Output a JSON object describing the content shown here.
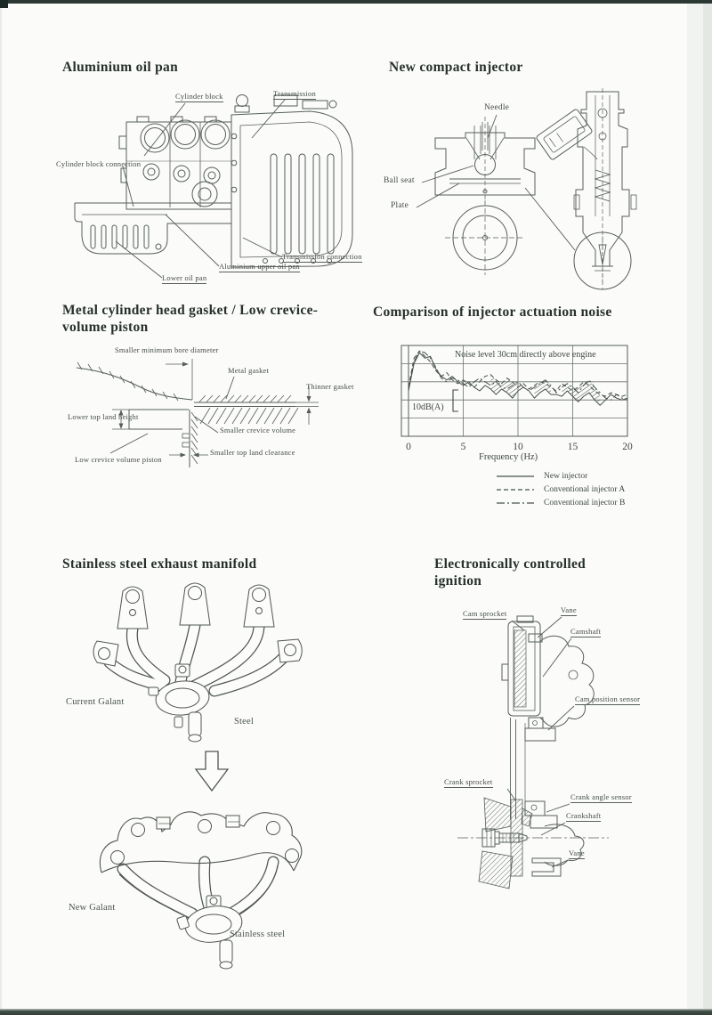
{
  "page": {
    "background": "#fbfcfa",
    "ink_color": "#27302b",
    "line_color": "#575e58",
    "edge_color": "#2c3833"
  },
  "sections": {
    "oil_pan": {
      "title": "Aluminium oil pan",
      "labels": {
        "cylinder_block": "Cylinder block",
        "transmission": "Transmission",
        "cylinder_block_connection": "Cylinder block connection",
        "transmission_connection": "Transmission connection",
        "aluminium_upper_oil_pan": "Aluminium upper oil pan",
        "lower_oil_pan": "Lower oil pan"
      }
    },
    "injector": {
      "title": "New compact injector",
      "labels": {
        "needle": "Needle",
        "ball_seat": "Ball seat",
        "plate": "Plate"
      }
    },
    "gasket": {
      "title_line1": "Metal cylinder head gasket / Low crevice-",
      "title_line2": "volume piston",
      "labels": {
        "smaller_minimum_bore_diameter": "Smaller minimum bore diameter",
        "metal_gasket": "Metal gasket",
        "thinner_gasket": "Thinner gasket",
        "lower_top_land_height": "Lower top land height",
        "smaller_crevice_volume": "Smaller crevice volume",
        "smaller_top_land_clearance": "Smaller top land clearance",
        "low_crevice_volume_piston": "Low crevice volume piston"
      }
    },
    "noise": {
      "title": "Comparison of injector actuation noise"
    },
    "manifold": {
      "title": "Stainless steel exhaust manifold",
      "labels": {
        "current_galant": "Current Galant",
        "steel": "Steel",
        "new_galant": "New Galant",
        "stainless_steel": "Stainless steel"
      }
    },
    "ignition": {
      "title_line1": "Electronically controlled",
      "title_line2": "ignition",
      "labels": {
        "cam_sprocket": "Cam sprocket",
        "vane_top": "Vane",
        "camshaft": "Camshaft",
        "cam_position_sensor": "Cam position sensor",
        "crank_sprocket": "Crank sprocket",
        "crank_angle_sensor": "Crank angle sensor",
        "crankshaft": "Crankshaft",
        "vane_bottom": "Vane"
      }
    }
  },
  "chart_data": {
    "type": "line",
    "title": "Comparison of injector actuation noise",
    "annotation": "Noise level 30cm directly above engine",
    "scale_bar_label": "10dB(A)",
    "xlabel": "Frequency (Hz)",
    "ylabel": "",
    "xlim": [
      0,
      20
    ],
    "ylim": [
      0,
      50
    ],
    "x_ticks": [
      0,
      5,
      10,
      15,
      20
    ],
    "y_gridline_step_dB": 10,
    "grid": true,
    "legend_position": "below-right",
    "x_step": 0.5,
    "series": [
      {
        "name": "New injector",
        "style": "solid",
        "values": [
          25,
          40,
          46,
          43,
          44,
          37,
          33,
          31,
          33,
          30,
          28,
          30,
          27,
          25,
          28,
          26,
          23,
          26,
          24,
          21,
          25,
          27,
          25,
          21,
          24,
          26,
          23,
          23,
          22,
          25,
          22,
          19,
          22,
          24,
          20,
          17,
          20,
          23,
          21,
          20,
          21
        ]
      },
      {
        "name": "Conventional injector A",
        "style": "dashed",
        "values": [
          27,
          43,
          47,
          44,
          41,
          36,
          33,
          35,
          31,
          29,
          31,
          29,
          27,
          30,
          33,
          34,
          31,
          29,
          32,
          30,
          27,
          29,
          26,
          28,
          30,
          29,
          27,
          25,
          29,
          27,
          25,
          27,
          30,
          28,
          25,
          23,
          22,
          24,
          23,
          22,
          23
        ]
      },
      {
        "name": "Conventional injector B",
        "style": "dashdot",
        "values": [
          26,
          41,
          47,
          46,
          43,
          38,
          32,
          30,
          32,
          31,
          29,
          27,
          30,
          32,
          30,
          28,
          30,
          27,
          26,
          28,
          30,
          27,
          25,
          27,
          29,
          31,
          28,
          24,
          27,
          29,
          27,
          24,
          28,
          31,
          27,
          24,
          21,
          20,
          23,
          21,
          20
        ]
      }
    ],
    "hatched_region_note": "difference between conventional and new injector curves is hatched above 7.5 Hz"
  }
}
